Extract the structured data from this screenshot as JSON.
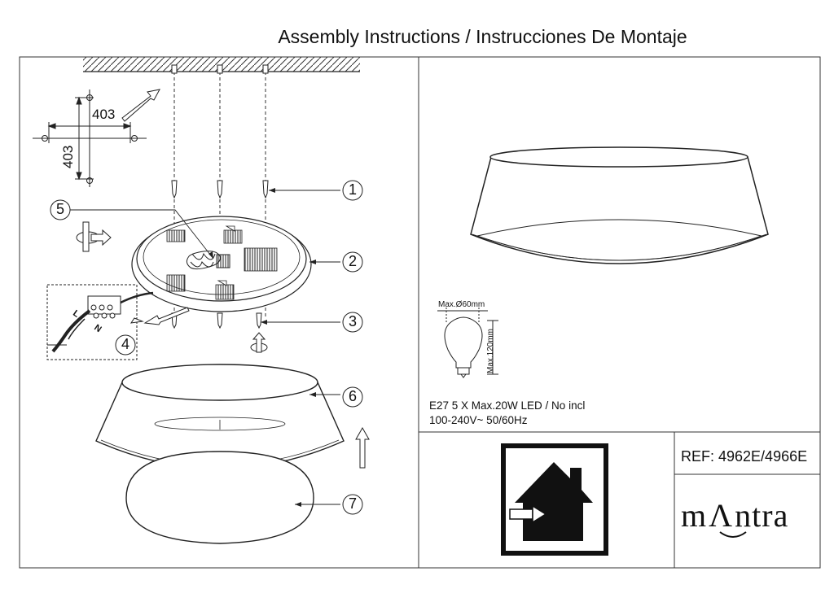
{
  "title": "Assembly Instructions / Instrucciones De Montaje",
  "dimensions": {
    "horizontal": "403",
    "vertical": "403"
  },
  "callouts": [
    "1",
    "2",
    "3",
    "4",
    "5",
    "6",
    "7"
  ],
  "wiring_labels": {
    "line": "L",
    "neutral": "N"
  },
  "bulb": {
    "max_diameter": "Max.Ø60mm",
    "max_height": "Max.120mm"
  },
  "specs": {
    "line1": "E27  5 X Max.20W  LED / No incl",
    "line2": "100-240V~  50/60Hz"
  },
  "reference": "REF: 4962E/4966E",
  "brand": {
    "prefix": "m",
    "mark": "Λ",
    "suffix": "ntra"
  },
  "icons": [
    "indoor-use-house-icon",
    "rotate-arrow-icon",
    "ceiling-icon",
    "bulb-icon"
  ]
}
